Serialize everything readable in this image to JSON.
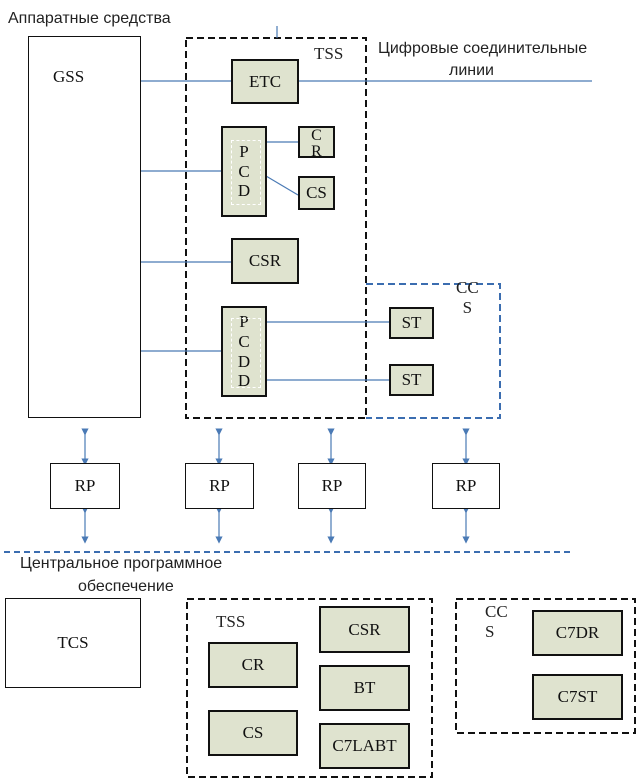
{
  "labels": {
    "hardware": "Аппаратные средства",
    "digital_lines_1": "Цифровые соединительные",
    "digital_lines_2": "линии",
    "central_software_1": "Центральное программное",
    "central_software_2": "обеспечение"
  },
  "hardware": {
    "gss": "GSS",
    "tss": "TSS",
    "etc": "ETC",
    "pcd_chars": [
      "P",
      "C",
      "D"
    ],
    "cr_chars": [
      "C",
      "R"
    ],
    "cs": "CS",
    "csr": "CSR",
    "pcdd_chars": [
      "P",
      "C",
      "D",
      "D"
    ],
    "ccs_chars": [
      "CC",
      "S"
    ],
    "st1": "ST",
    "st2": "ST"
  },
  "regional": {
    "rp": [
      "RP",
      "RP",
      "RP",
      "RP"
    ]
  },
  "software": {
    "tcs": "TCS",
    "tss": "TSS",
    "cr": "CR",
    "cs": "CS",
    "csr": "CSR",
    "bt": "BT",
    "c7labt": "C7LABT",
    "ccs_chars": [
      "CC",
      "S"
    ],
    "c7dr": "C7DR",
    "c7st": "C7ST"
  },
  "colors": {
    "block_fill": "#dfe3cf",
    "line_blue": "#4a7ab5",
    "dash_blue": "#3b6db0",
    "black": "#111111"
  }
}
